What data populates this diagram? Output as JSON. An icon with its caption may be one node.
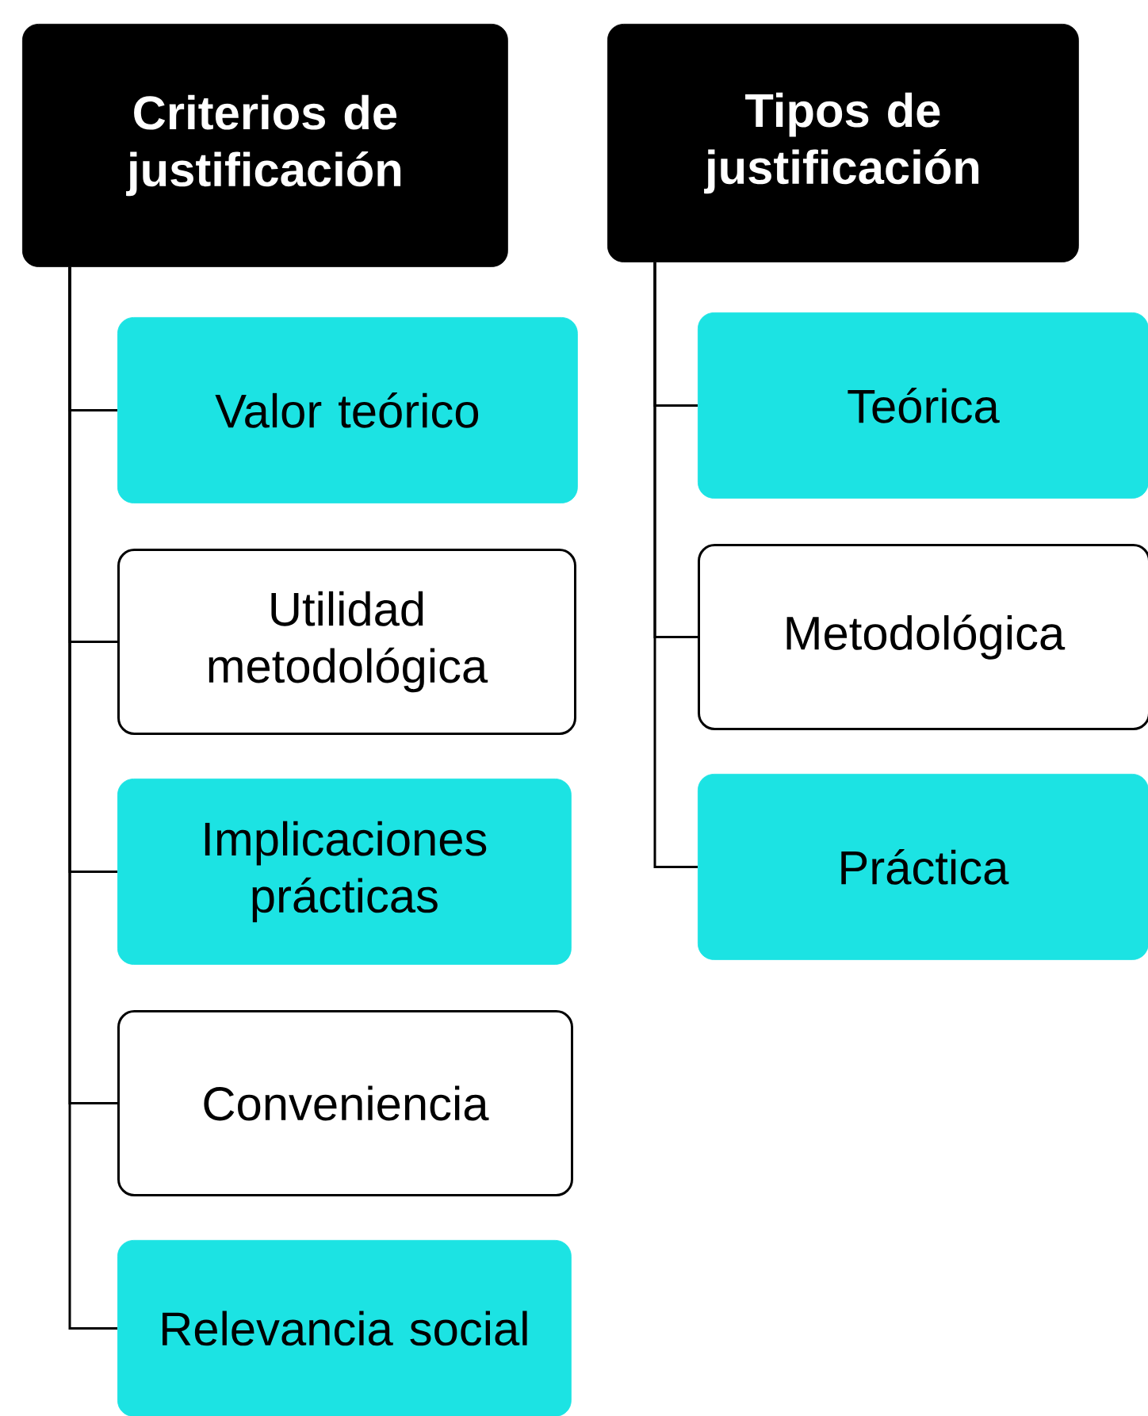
{
  "diagram": {
    "nodes": [
      {
        "text": [
          "Criterios de justificación"
        ]
      },
      {
        "text": [
          "Tipos de justificación"
        ]
      },
      {
        "text": [
          "Valor teórico"
        ]
      },
      {
        "text": [
          "Utilidad metodológica"
        ]
      },
      {
        "text": [
          "Implicaciones prácticas"
        ]
      },
      {
        "text": [
          "Conveniencia"
        ]
      },
      {
        "text": [
          "Relevancia social"
        ]
      },
      {
        "text": [
          "Teórica"
        ]
      },
      {
        "text": [
          "Metodológica"
        ]
      },
      {
        "text": [
          "Práctica"
        ]
      }
    ],
    "edges": [
      {
        "from": 0,
        "to": 2,
        "arrow": "none"
      },
      {
        "from": 0,
        "to": 3,
        "arrow": "none"
      },
      {
        "from": 0,
        "to": 4,
        "arrow": "none"
      },
      {
        "from": 0,
        "to": 5,
        "arrow": "none"
      },
      {
        "from": 0,
        "to": 6,
        "arrow": "none"
      },
      {
        "from": 1,
        "to": 7,
        "arrow": "none"
      },
      {
        "from": 1,
        "to": 8,
        "arrow": "none"
      },
      {
        "from": 1,
        "to": 9,
        "arrow": "none"
      }
    ]
  }
}
